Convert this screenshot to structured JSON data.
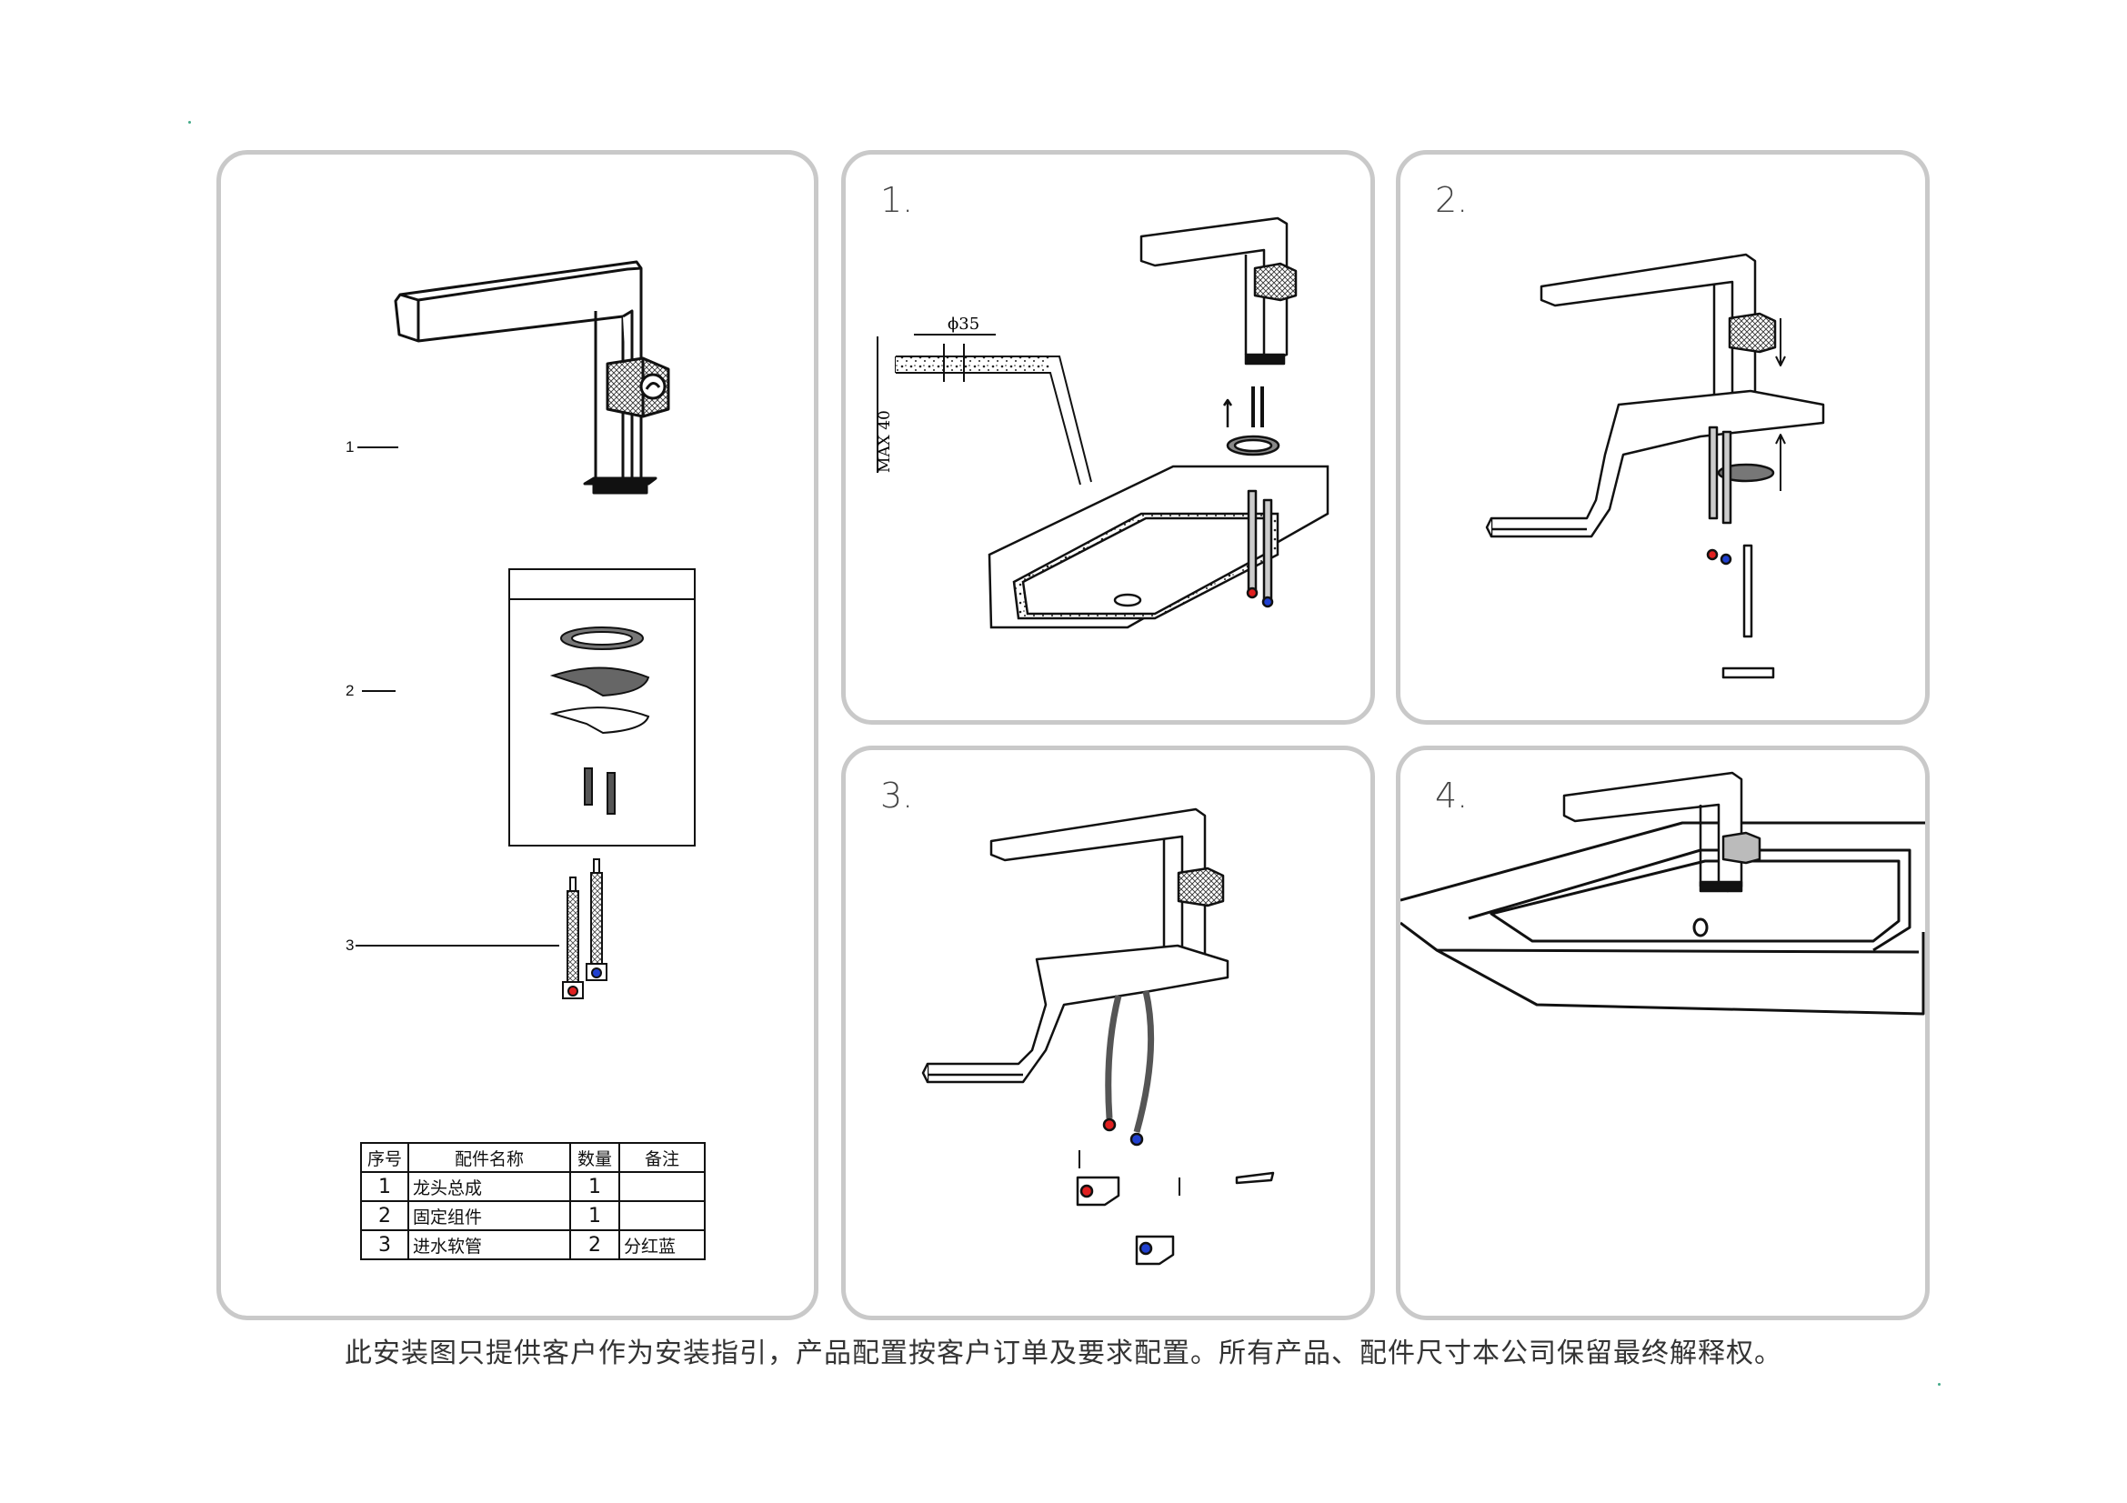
{
  "steps": [
    "1.",
    "2.",
    "3.",
    "4."
  ],
  "callouts": [
    "1",
    "2",
    "3"
  ],
  "dimensions": {
    "diameter": "ϕ35",
    "max": "MAX 40"
  },
  "parts_table": {
    "headers": [
      "序号",
      "配件名称",
      "数量",
      "备注"
    ],
    "rows": [
      {
        "no": "1",
        "name": "龙头总成",
        "qty": "1",
        "note": ""
      },
      {
        "no": "2",
        "name": "固定组件",
        "qty": "1",
        "note": ""
      },
      {
        "no": "3",
        "name": "进水软管",
        "qty": "2",
        "note": "分红蓝"
      }
    ]
  },
  "footer_note": "此安装图只提供客户作为安装指引，产品配置按客户订单及要求配置。所有产品、配件尺寸本公司保留最终解释权。",
  "colors": {
    "border": "#c9c9c9",
    "hot": "#e02020",
    "cold": "#2040d0",
    "line": "#111111"
  }
}
